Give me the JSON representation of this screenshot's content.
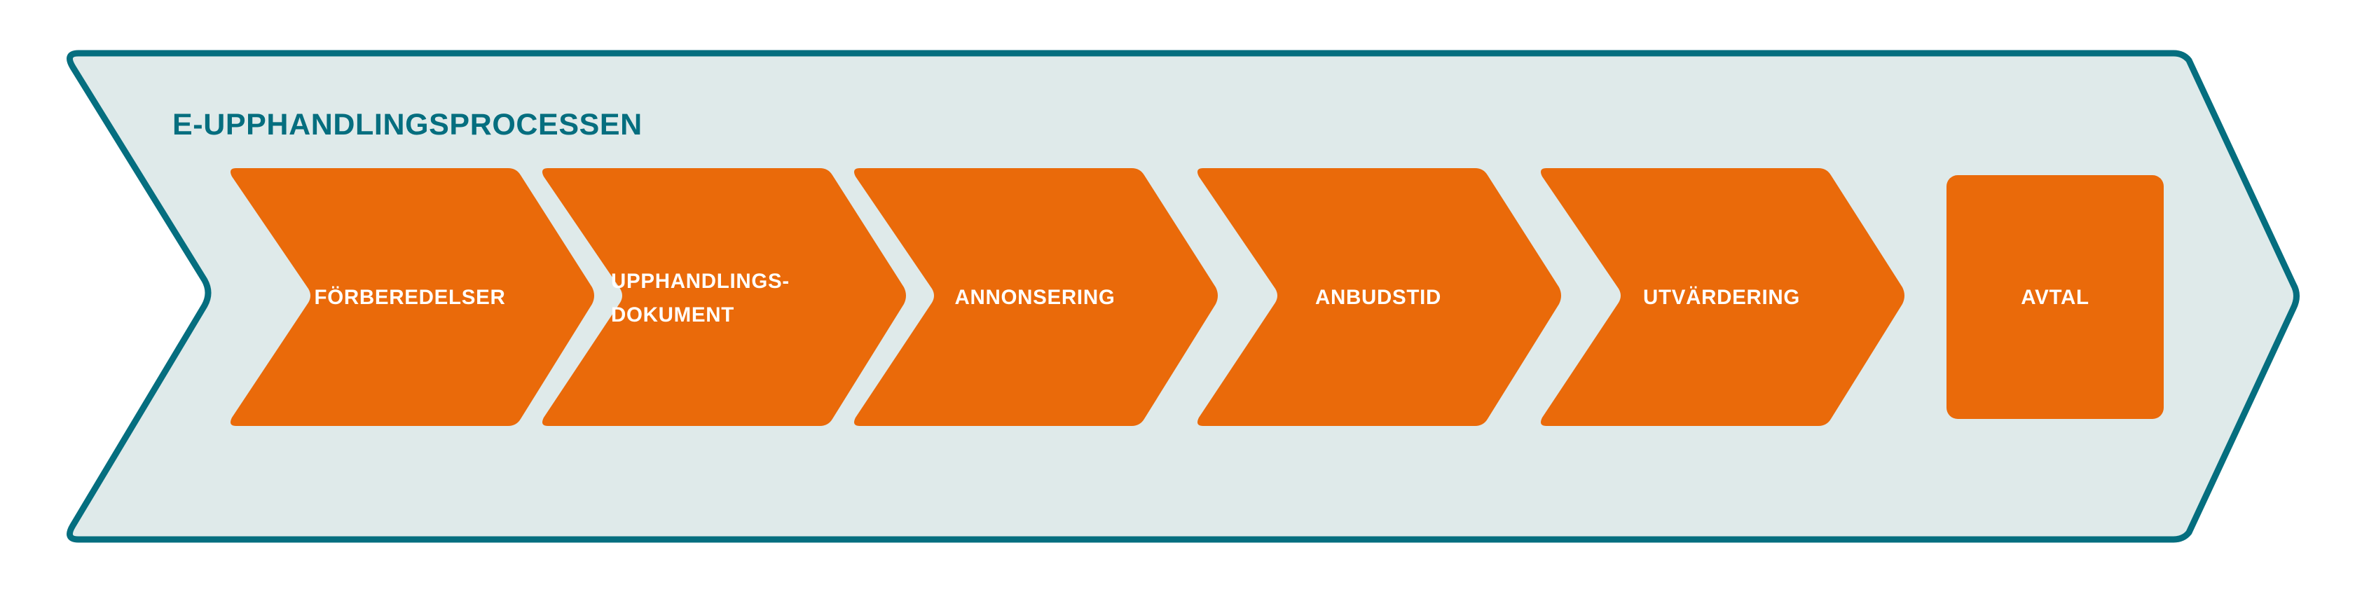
{
  "banner": {
    "title": "E-UPPHANDLINGSPROCESSEN",
    "fill_color": "#DFEAEA",
    "stroke_color": "#056E7F",
    "title_color": "#056E7F"
  },
  "palette": {
    "orange": "#EA6A0A",
    "white": "#FFFFFF",
    "pale_teal": "#DFEAEA",
    "teal": "#056E7F"
  },
  "process": {
    "name": "E-UPPHANDLINGSPROCESSEN",
    "step_count": 6,
    "steps": [
      {
        "index": 1,
        "label": "FÖRBEREDELSER",
        "lines": [
          "FÖRBEREDELSER"
        ],
        "shape": "chevron",
        "align": "center"
      },
      {
        "index": 2,
        "label": "UPPHANDLINGS-DOKUMENT",
        "lines": [
          "UPPHANDLINGS-",
          "DOKUMENT"
        ],
        "shape": "chevron",
        "align": "left"
      },
      {
        "index": 3,
        "label": "ANNONSERING",
        "lines": [
          "ANNONSERING"
        ],
        "shape": "chevron",
        "align": "center"
      },
      {
        "index": 4,
        "label": "ANBUDSTID",
        "lines": [
          "ANBUDSTID"
        ],
        "shape": "chevron",
        "align": "center"
      },
      {
        "index": 5,
        "label": "UTVÄRDERING",
        "lines": [
          "UTVÄRDERING"
        ],
        "shape": "chevron",
        "align": "center"
      },
      {
        "index": 6,
        "label": "AVTAL",
        "lines": [
          "AVTAL"
        ],
        "shape": "rounded-rect",
        "align": "center"
      }
    ]
  },
  "labels": {
    "s1_l1": "FÖRBEREDELSER",
    "s2_l1": "UPPHANDLINGS-",
    "s2_l2": "DOKUMENT",
    "s3_l1": "ANNONSERING",
    "s4_l1": "ANBUDSTID",
    "s5_l1": "UTVÄRDERING",
    "s6_l1": "AVTAL"
  }
}
